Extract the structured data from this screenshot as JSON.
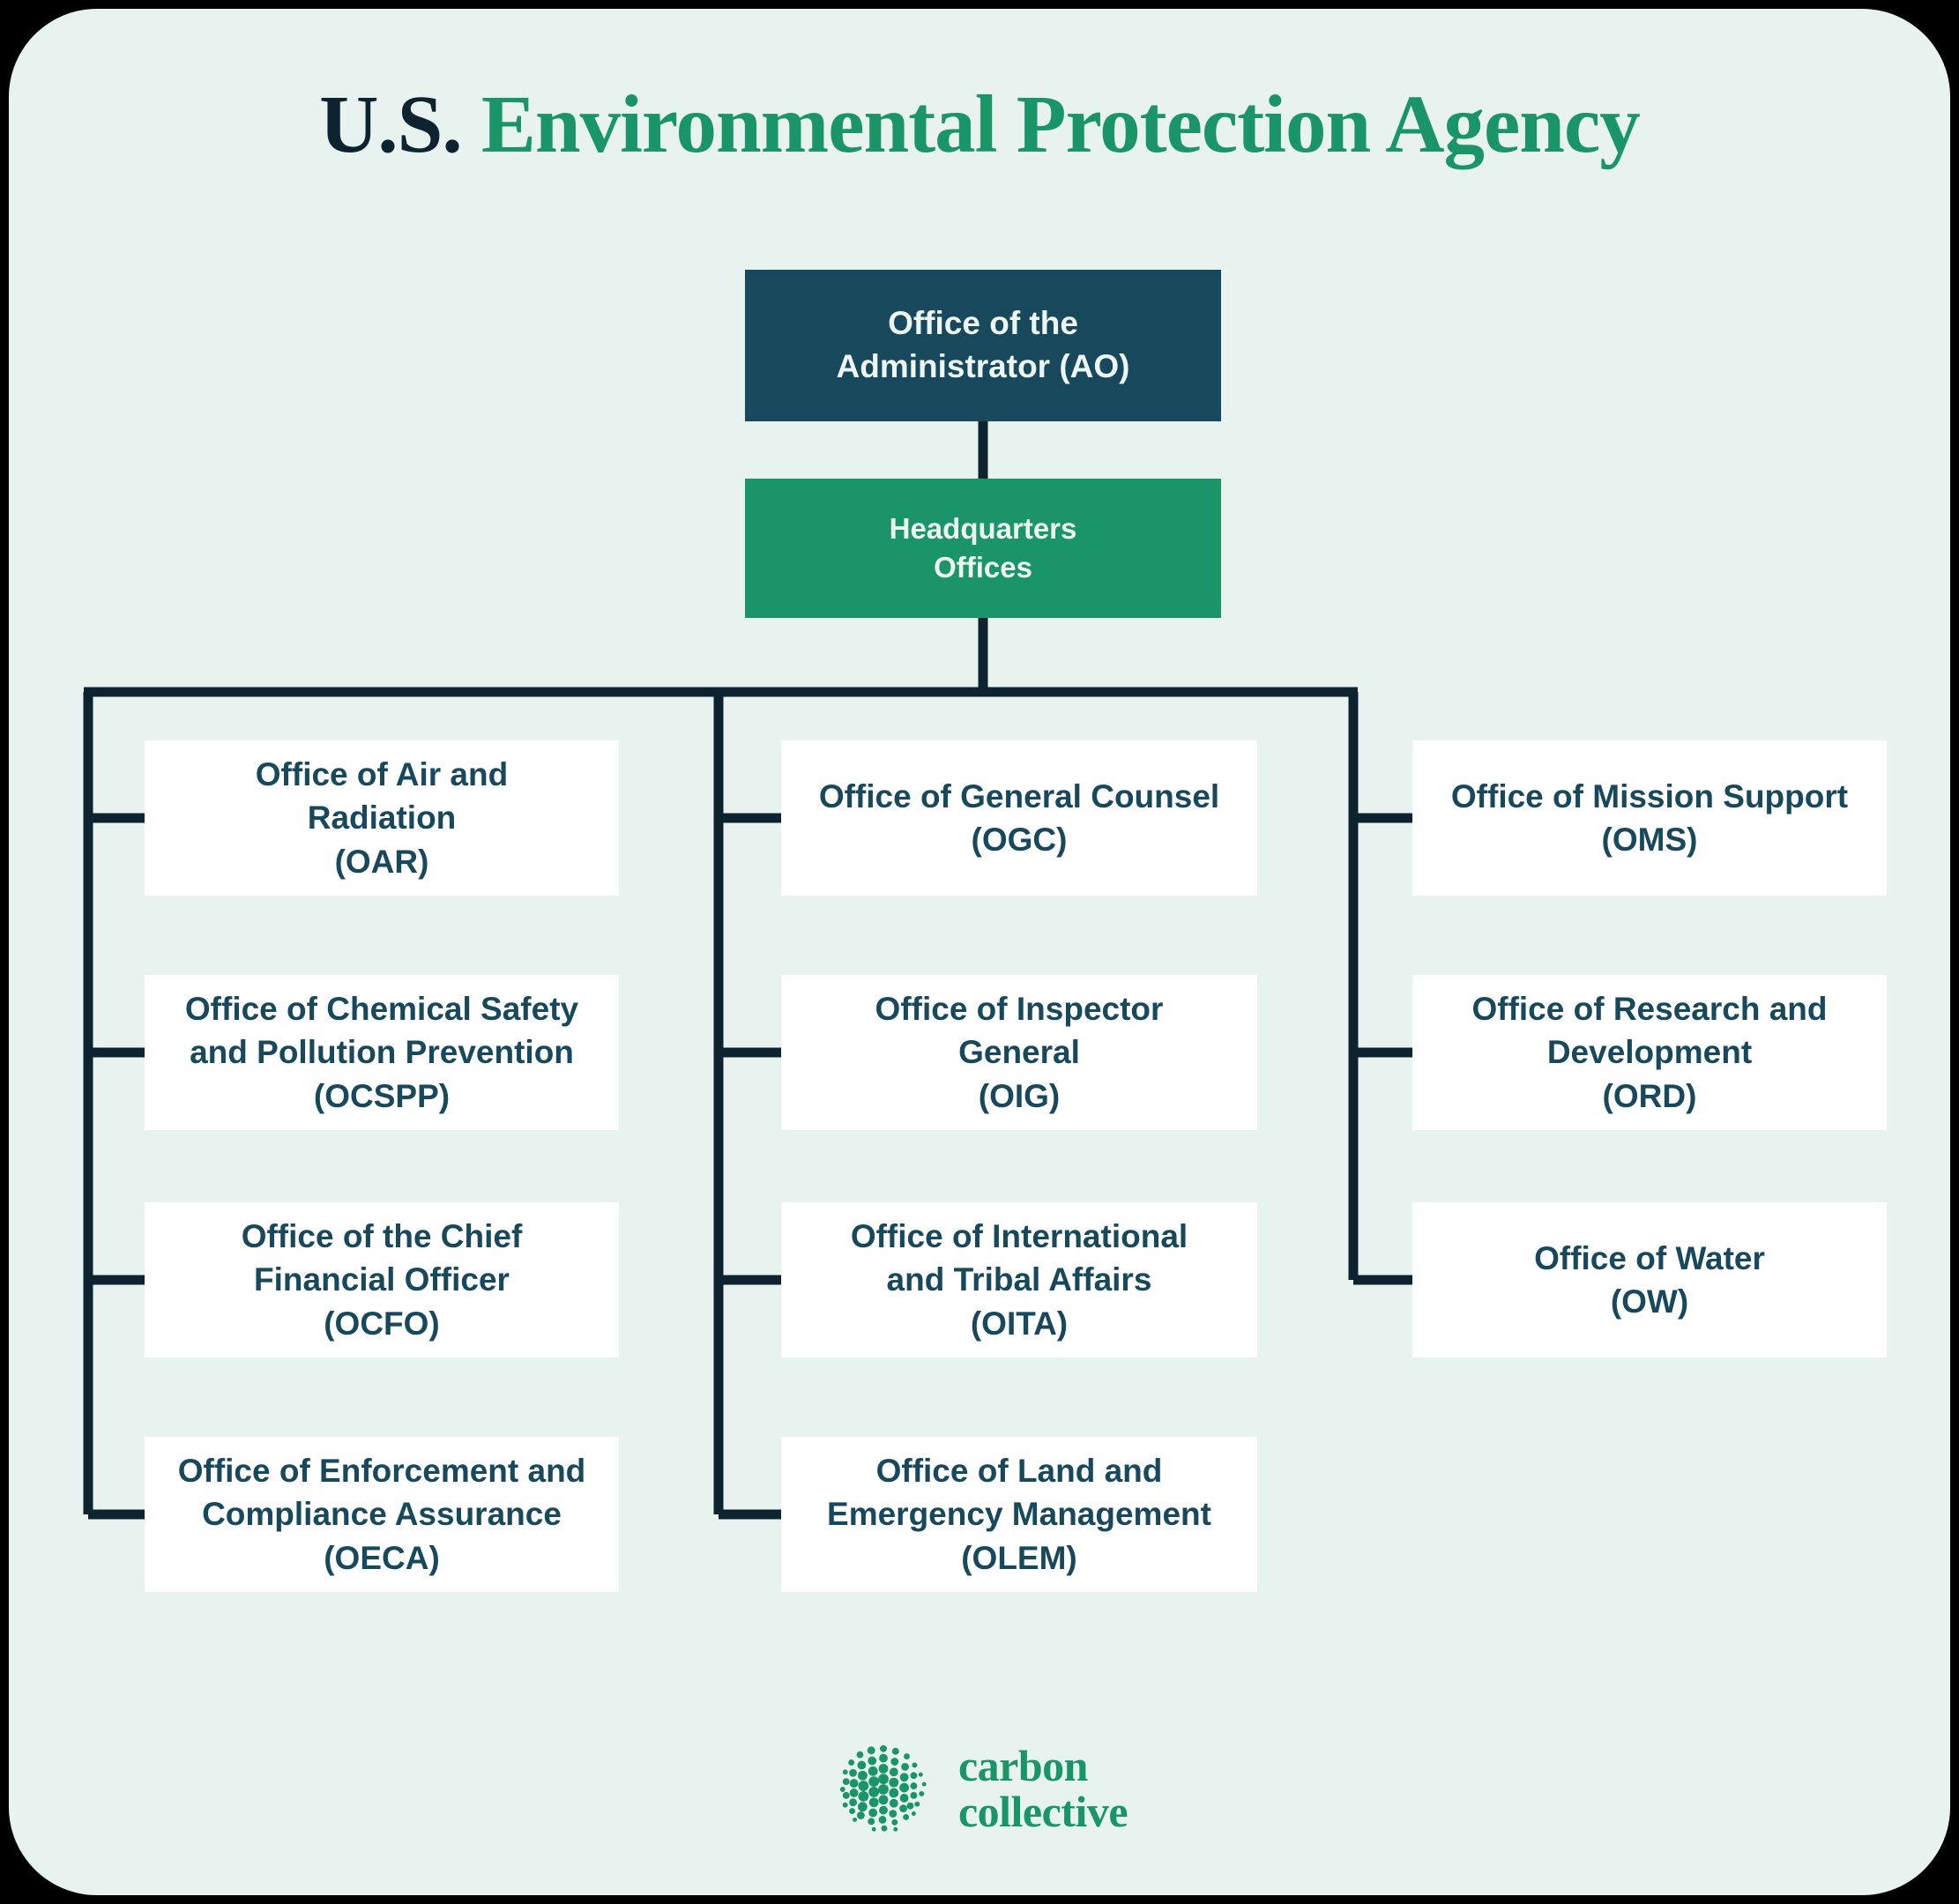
{
  "title": {
    "prefix": "U.S.",
    "main": "Environmental Protection Agency"
  },
  "colors": {
    "page_background": "#000000",
    "card_background": "#e8f3f0",
    "navy": "#17485c",
    "green": "#1a9469",
    "box_fill": "#ffffff",
    "connector": "#0d2430",
    "title_dark": "#0d2430"
  },
  "root": {
    "label": "Office of the\nAdministrator (AO)",
    "line1": "Office of the",
    "line2": "Administrator (AO)"
  },
  "hq": {
    "label": "Headquarters\nOffices",
    "line1": "Headquarters",
    "line2": "Offices"
  },
  "columns": [
    {
      "id": "left",
      "offices": [
        {
          "name": "Office of Air and Radiation",
          "abbr": "(OAR)",
          "line1": "Office of Air and",
          "line2": "Radiation",
          "line3": "(OAR)"
        },
        {
          "name": "Office of Chemical Safety and Pollution Prevention",
          "abbr": "(OCSPP)",
          "line1": "Office of Chemical Safety",
          "line2": "and Pollution Prevention",
          "line3": "(OCSPP)"
        },
        {
          "name": "Office of the Chief Financial Officer",
          "abbr": "(OCFO)",
          "line1": "Office of the Chief",
          "line2": "Financial Officer",
          "line3": "(OCFO)"
        },
        {
          "name": "Office of Enforcement and Compliance Assurance",
          "abbr": "(OECA)",
          "line1": "Office of Enforcement and",
          "line2": "Compliance Assurance",
          "line3": "(OECA)"
        }
      ]
    },
    {
      "id": "middle",
      "offices": [
        {
          "name": "Office of General Counsel",
          "abbr": "(OGC)",
          "line1": "Office of General Counsel",
          "line2": "(OGC)",
          "line3": ""
        },
        {
          "name": "Office of Inspector General",
          "abbr": "(OIG)",
          "line1": "Office of Inspector",
          "line2": "General",
          "line3": "(OIG)"
        },
        {
          "name": "Office of International and Tribal Affairs",
          "abbr": "(OITA)",
          "line1": "Office of International",
          "line2": "and Tribal Affairs",
          "line3": "(OITA)"
        },
        {
          "name": "Office of Land and Emergency Management",
          "abbr": "(OLEM)",
          "line1": "Office of Land and",
          "line2": "Emergency Management",
          "line3": "(OLEM)"
        }
      ]
    },
    {
      "id": "right",
      "offices": [
        {
          "name": "Office of Mission Support",
          "abbr": "(OMS)",
          "line1": "Office of Mission Support",
          "line2": "(OMS)",
          "line3": ""
        },
        {
          "name": "Office of Research and Development",
          "abbr": "(ORD)",
          "line1": "Office of Research and",
          "line2": "Development",
          "line3": "(ORD)"
        },
        {
          "name": "Office of Water",
          "abbr": "(OW)",
          "line1": "Office of Water",
          "line2": "(OW)",
          "line3": ""
        }
      ]
    }
  ],
  "logo": {
    "line1": "carbon",
    "line2": "collective",
    "mark": "dot-circle-icon"
  }
}
